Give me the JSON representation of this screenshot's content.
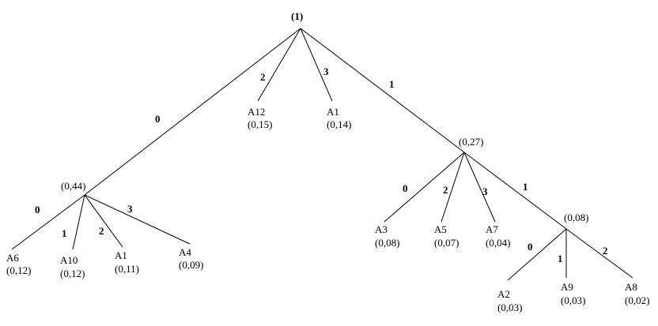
{
  "root": {
    "label": "(1)"
  },
  "internal_nodes": {
    "n044": {
      "prob": "(0,44)"
    },
    "n027": {
      "prob": "(0,27)"
    },
    "n008": {
      "prob": "(0,08)"
    }
  },
  "leaves": {
    "A12": {
      "name": "A12",
      "prob": "(0,15)"
    },
    "A1_top": {
      "name": "A1",
      "prob": "(0,14)"
    },
    "A6": {
      "name": "A6",
      "prob": "(0,12)"
    },
    "A10": {
      "name": "A10",
      "prob": "(0,12)"
    },
    "A1_low": {
      "name": "A1",
      "prob": "(0,11)"
    },
    "A4": {
      "name": "A4",
      "prob": "(0,09)"
    },
    "A3": {
      "name": "A3",
      "prob": "(0,08)"
    },
    "A5": {
      "name": "A5",
      "prob": "(0,07)"
    },
    "A7": {
      "name": "A7",
      "prob": "(0,04)"
    },
    "A2": {
      "name": "A2",
      "prob": "(0,03)"
    },
    "A9": {
      "name": "A9",
      "prob": "(0,03)"
    },
    "A8": {
      "name": "A8",
      "prob": "(0,02)"
    }
  },
  "edge_labels": {
    "root_to_044": "0",
    "root_to_A12": "2",
    "root_to_A1": "3",
    "root_to_027": "1",
    "n044_to_A6": "0",
    "n044_to_A10": "1",
    "n044_to_A1": "2",
    "n044_to_A4": "3",
    "n027_to_A3": "0",
    "n027_to_A5": "2",
    "n027_to_A7": "3",
    "n027_to_008": "1",
    "n008_to_A2": "0",
    "n008_to_A9": "1",
    "n008_to_A8": "2"
  }
}
